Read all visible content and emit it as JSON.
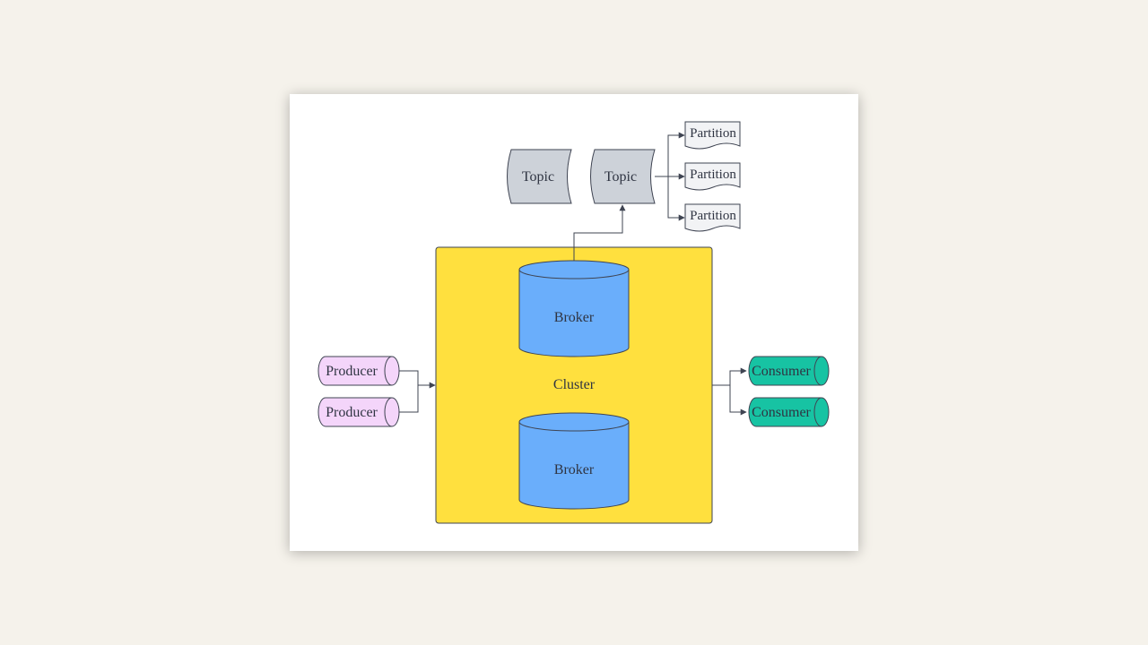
{
  "diagram": {
    "cluster": {
      "label": "Cluster",
      "color": "#ffe03e"
    },
    "brokers": [
      {
        "label": "Broker"
      },
      {
        "label": "Broker"
      }
    ],
    "topics": [
      {
        "label": "Topic"
      },
      {
        "label": "Topic"
      }
    ],
    "partitions": [
      {
        "label": "Partition"
      },
      {
        "label": "Partition"
      },
      {
        "label": "Partition"
      }
    ],
    "producers": [
      {
        "label": "Producer"
      },
      {
        "label": "Producer"
      }
    ],
    "consumers": [
      {
        "label": "Consumer"
      },
      {
        "label": "Consumer"
      }
    ],
    "colors": {
      "broker": "#6aaefb",
      "topic": "#cdd2d9",
      "partition": "#f2f3f5",
      "producer": "#f4d5fa",
      "consumer": "#17c3a3",
      "stroke": "#3f4452"
    }
  }
}
